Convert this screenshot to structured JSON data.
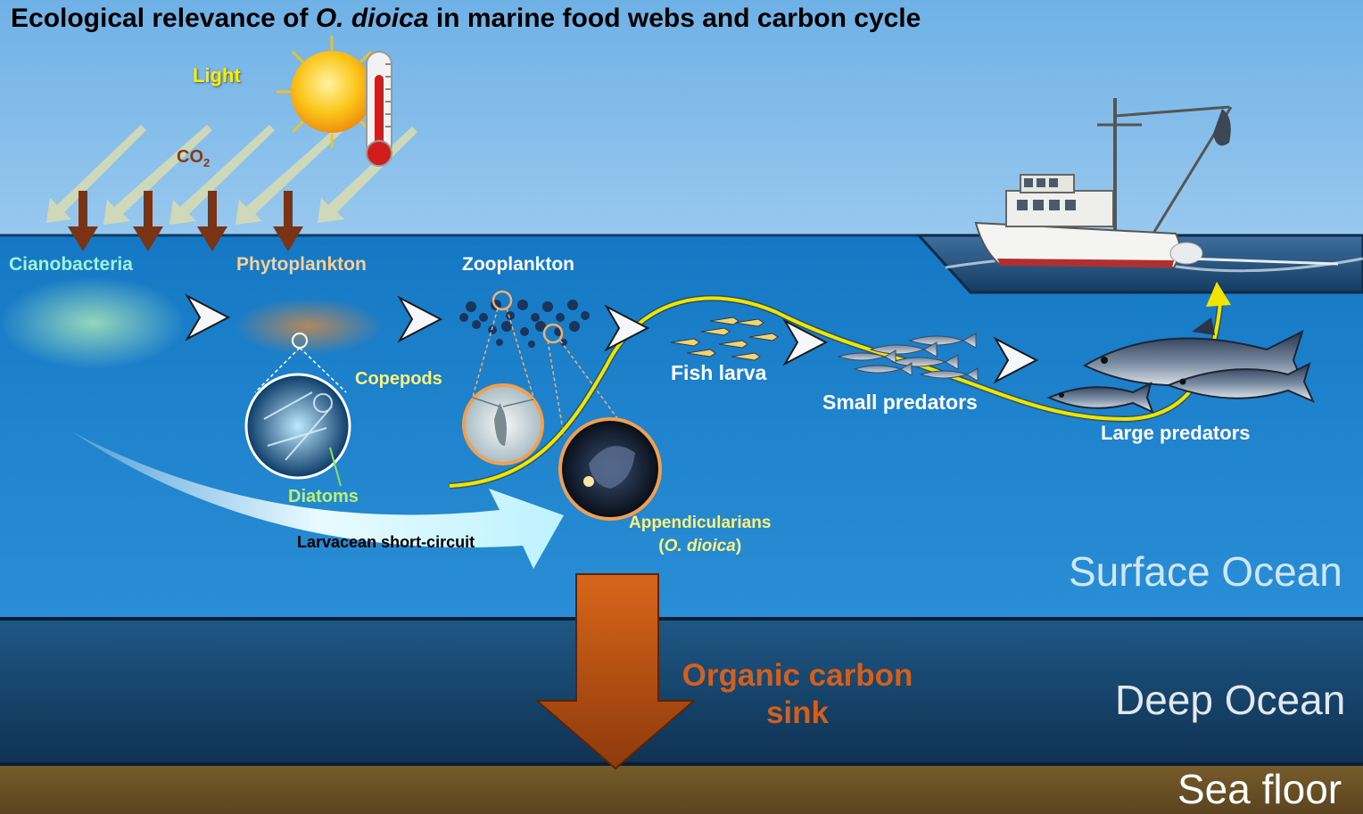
{
  "title": {
    "prefix": "Ecological relevance of ",
    "species": "O. dioica",
    "suffix": " in marine food webs and carbon cycle"
  },
  "atmosphere": {
    "light": "Light",
    "co2_main": "CO",
    "co2_sub": "2"
  },
  "organisms": {
    "cyanobacteria": "Cianobacteria",
    "phytoplankton": "Phytoplankton",
    "zooplankton": "Zooplankton",
    "copepods": "Copepods",
    "diatoms": "Diatoms",
    "appendicularians": "Appendicularians",
    "appendicularians_species": "O. dioica",
    "fish_larva": "Fish larva",
    "small_predators": "Small predators",
    "large_predators": "Large predators"
  },
  "pathway": {
    "short_circuit": "Larvacean short-circuit"
  },
  "zones": {
    "surface": "Surface Ocean",
    "deep": "Deep Ocean",
    "floor": "Sea floor"
  },
  "carbon_sink": {
    "line1": "Organic carbon",
    "line2": "sink"
  },
  "colors": {
    "sky": "#86bce8",
    "surface_ocean": "#1f86cf",
    "deep_ocean": "#1b4f7a",
    "sea_floor": "#6b5226",
    "sink_arrow": "#c85a12",
    "food_chain_line": "#f2e400"
  },
  "icons": [
    "sun-icon",
    "thermometer-icon",
    "fishing-boat-icon",
    "fish-icon",
    "chevron-right-icon",
    "arrow-down-icon"
  ]
}
